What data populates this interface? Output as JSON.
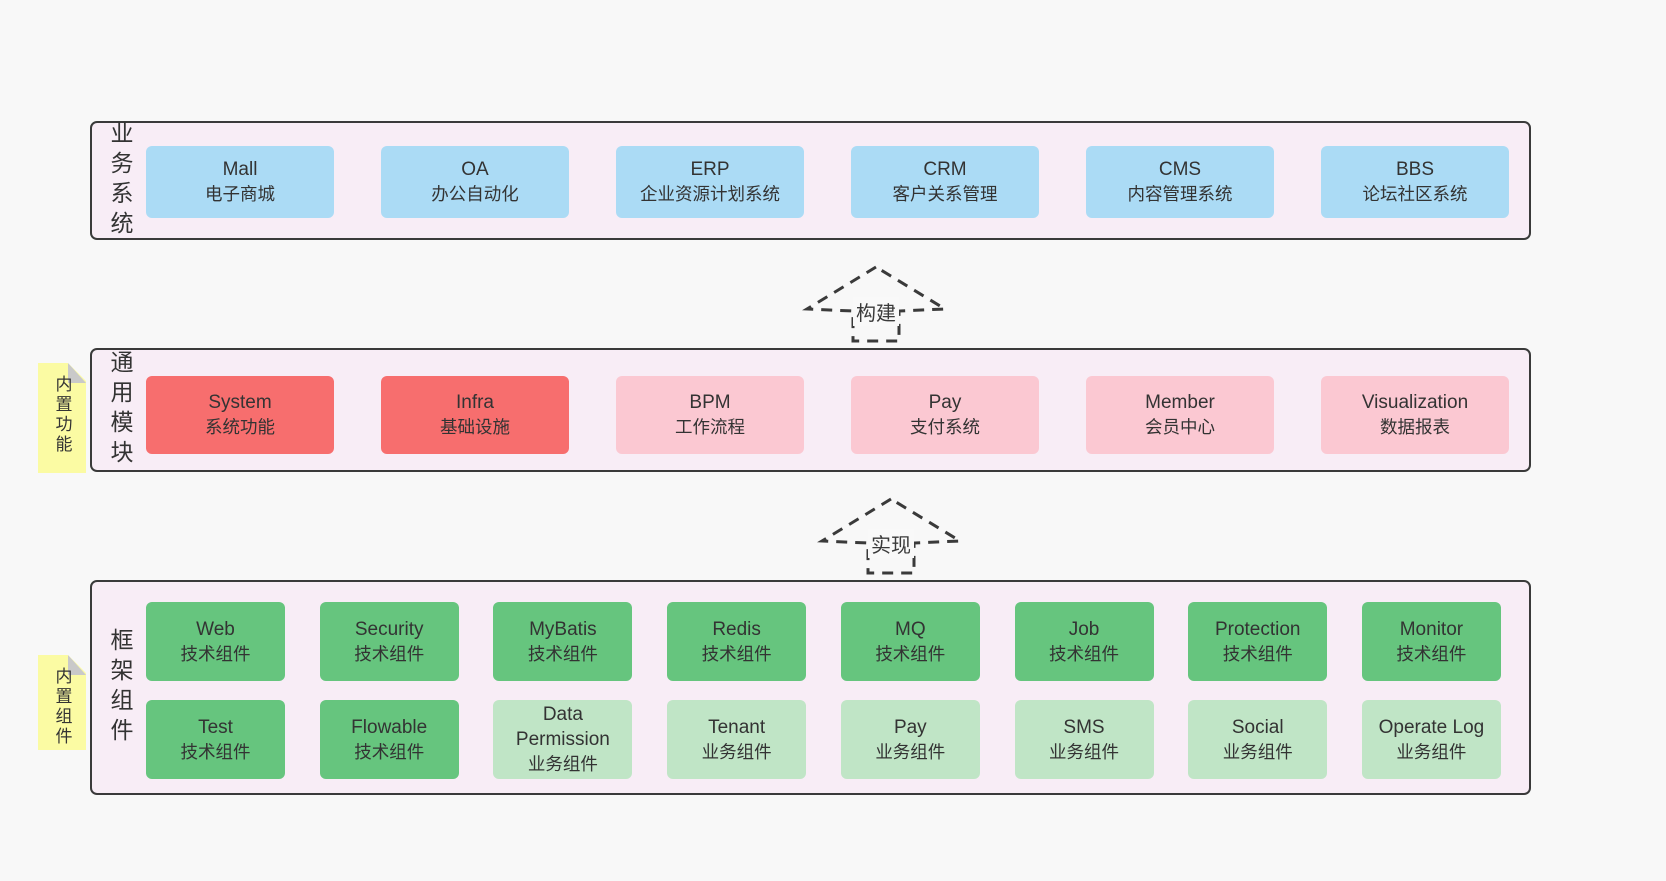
{
  "diagram": {
    "colors": {
      "blue": "#abdbf5",
      "red": "#f76e6e",
      "pink": "#fbc8d2",
      "green": "#66c57e",
      "lightgreen": "#c0e5c6",
      "container_bg": "#f8edf6",
      "container_border": "#3a3a3a",
      "note_bg": "#fbfba3",
      "note_fold": "#c9c9c9",
      "page_bg": "#f8f8f8",
      "text": "#333333"
    },
    "layers": [
      {
        "label": "业务系统",
        "note": "",
        "rows": [
          [
            {
              "title": "Mall",
              "subtitle": "电子商城",
              "variant": "blue"
            },
            {
              "title": "OA",
              "subtitle": "办公自动化",
              "variant": "blue"
            },
            {
              "title": "ERP",
              "subtitle": "企业资源计划系统",
              "variant": "blue"
            },
            {
              "title": "CRM",
              "subtitle": "客户关系管理",
              "variant": "blue"
            },
            {
              "title": "CMS",
              "subtitle": "内容管理系统",
              "variant": "blue"
            },
            {
              "title": "BBS",
              "subtitle": "论坛社区系统",
              "variant": "blue"
            }
          ]
        ]
      },
      {
        "label": "通用模块",
        "note": "内置功能",
        "rows": [
          [
            {
              "title": "System",
              "subtitle": "系统功能",
              "variant": "red"
            },
            {
              "title": "Infra",
              "subtitle": "基础设施",
              "variant": "red"
            },
            {
              "title": "BPM",
              "subtitle": "工作流程",
              "variant": "pink"
            },
            {
              "title": "Pay",
              "subtitle": "支付系统",
              "variant": "pink"
            },
            {
              "title": "Member",
              "subtitle": "会员中心",
              "variant": "pink"
            },
            {
              "title": "Visualization",
              "subtitle": "数据报表",
              "variant": "pink"
            }
          ]
        ]
      },
      {
        "label": "框架组件",
        "note": "内置组件",
        "rows": [
          [
            {
              "title": "Web",
              "subtitle": "技术组件",
              "variant": "green"
            },
            {
              "title": "Security",
              "subtitle": "技术组件",
              "variant": "green"
            },
            {
              "title": "MyBatis",
              "subtitle": "技术组件",
              "variant": "green"
            },
            {
              "title": "Redis",
              "subtitle": "技术组件",
              "variant": "green"
            },
            {
              "title": "MQ",
              "subtitle": "技术组件",
              "variant": "green"
            },
            {
              "title": "Job",
              "subtitle": "技术组件",
              "variant": "green"
            },
            {
              "title": "Protection",
              "subtitle": "技术组件",
              "variant": "green"
            },
            {
              "title": "Monitor",
              "subtitle": "技术组件",
              "variant": "green"
            }
          ],
          [
            {
              "title": "Test",
              "subtitle": "技术组件",
              "variant": "green"
            },
            {
              "title": "Flowable",
              "subtitle": "技术组件",
              "variant": "green"
            },
            {
              "title": "Data Permission",
              "subtitle": "业务组件",
              "variant": "lightgreen"
            },
            {
              "title": "Tenant",
              "subtitle": "业务组件",
              "variant": "lightgreen"
            },
            {
              "title": "Pay",
              "subtitle": "业务组件",
              "variant": "lightgreen"
            },
            {
              "title": "SMS",
              "subtitle": "业务组件",
              "variant": "lightgreen"
            },
            {
              "title": "Social",
              "subtitle": "业务组件",
              "variant": "lightgreen"
            },
            {
              "title": "Operate Log",
              "subtitle": "业务组件",
              "variant": "lightgreen"
            }
          ]
        ]
      }
    ],
    "arrows": [
      {
        "label": "构建"
      },
      {
        "label": "实现"
      }
    ]
  }
}
